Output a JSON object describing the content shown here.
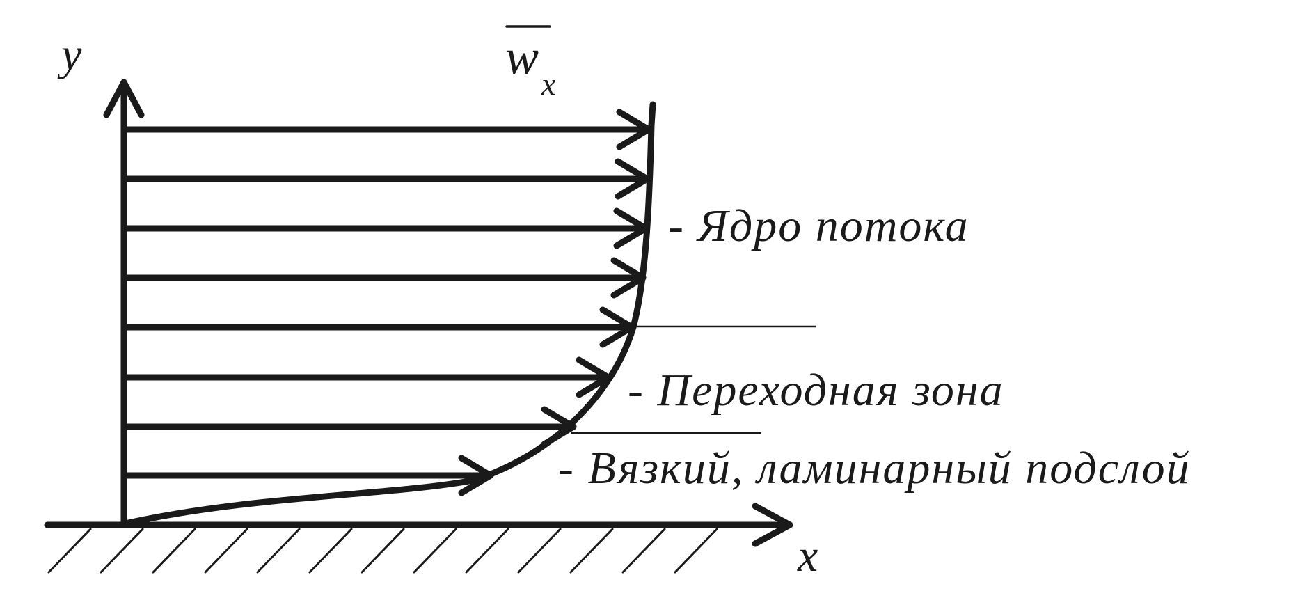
{
  "diagram": {
    "y_axis_label": "y",
    "x_axis_label": "x",
    "velocity_symbol": "w",
    "velocity_subscript": "x",
    "zones": {
      "core": "- Ядро потока",
      "transition": "- Переходная зона",
      "viscous": "- Вязкий, ламинарный подслой"
    },
    "ink_color": "#1a1a1a"
  }
}
